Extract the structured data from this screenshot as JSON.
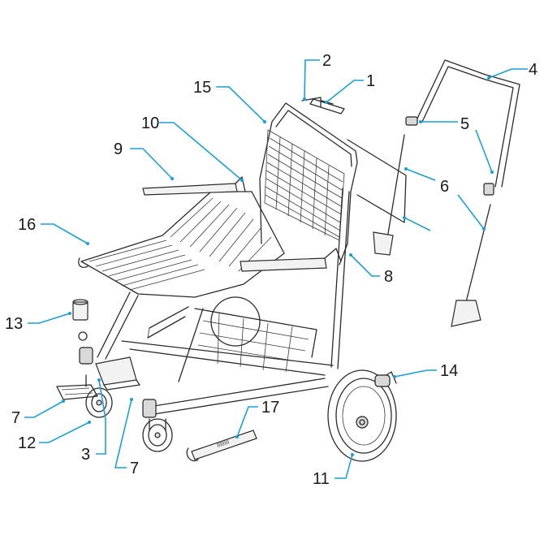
{
  "colors": {
    "leader": "#1a9fd8",
    "line_art": "#2b2b2b",
    "background": "#ffffff"
  },
  "callouts": [
    {
      "label": "1"
    },
    {
      "label": "2"
    },
    {
      "label": "3"
    },
    {
      "label": "4"
    },
    {
      "label": "5"
    },
    {
      "label": "6"
    },
    {
      "label": "7"
    },
    {
      "label": "7"
    },
    {
      "label": "8"
    },
    {
      "label": "9"
    },
    {
      "label": "10"
    },
    {
      "label": "11"
    },
    {
      "label": "12"
    },
    {
      "label": "13"
    },
    {
      "label": "14"
    },
    {
      "label": "15"
    },
    {
      "label": "16"
    },
    {
      "label": "17"
    }
  ],
  "wrench_stamp": "IIIIIIII"
}
